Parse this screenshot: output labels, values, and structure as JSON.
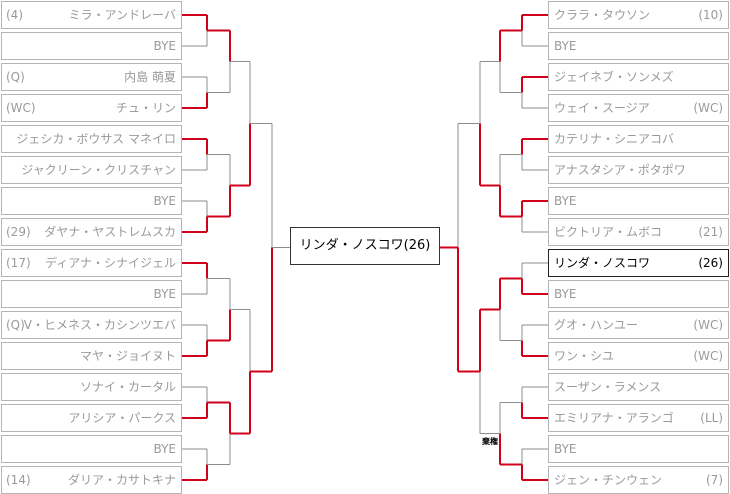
{
  "left_draw": [
    {
      "seed": "(4)",
      "name": "ミラ・アンドレーバ"
    },
    {
      "seed": "",
      "name": "BYE"
    },
    {
      "seed": "(Q)",
      "name": "内島 萌夏"
    },
    {
      "seed": "(WC)",
      "name": "チュ・リン"
    },
    {
      "seed": "",
      "name": "ジェシカ・ボウサス マネイロ"
    },
    {
      "seed": "",
      "name": "ジャクリーン・クリスチャン"
    },
    {
      "seed": "",
      "name": "BYE"
    },
    {
      "seed": "(29)",
      "name": "ダヤナ・ヤストレムスカ"
    },
    {
      "seed": "(17)",
      "name": "ディアナ・シナイジェル"
    },
    {
      "seed": "",
      "name": "BYE"
    },
    {
      "seed": "(Q)",
      "name": "V・ヒメネス・カシンツエバ"
    },
    {
      "seed": "",
      "name": "マヤ・ジョイヌト"
    },
    {
      "seed": "",
      "name": "ソナイ・カータル"
    },
    {
      "seed": "",
      "name": "アリシア・パークス"
    },
    {
      "seed": "",
      "name": "BYE"
    },
    {
      "seed": "(14)",
      "name": "ダリア・カサトキナ"
    }
  ],
  "right_draw": [
    {
      "seed": "(10)",
      "name": "クララ・タウソン"
    },
    {
      "seed": "",
      "name": "BYE"
    },
    {
      "seed": "",
      "name": "ジェイネブ・ソンメズ"
    },
    {
      "seed": "(WC)",
      "name": "ウェイ・スージア"
    },
    {
      "seed": "",
      "name": "カテリナ・シニアコバ"
    },
    {
      "seed": "",
      "name": "アナスタシア・ポタポワ"
    },
    {
      "seed": "",
      "name": "BYE"
    },
    {
      "seed": "(21)",
      "name": "ビクトリア・ムボコ"
    },
    {
      "seed": "(26)",
      "name": "リンダ・ノスコワ"
    },
    {
      "seed": "",
      "name": "BYE"
    },
    {
      "seed": "(WC)",
      "name": "グオ・ハンユー"
    },
    {
      "seed": "(WC)",
      "name": "ワン・シユ"
    },
    {
      "seed": "",
      "name": "スーザン・ラメンス"
    },
    {
      "seed": "(LL)",
      "name": "エミリアナ・アランゴ"
    },
    {
      "seed": "",
      "name": "BYE"
    },
    {
      "seed": "(7)",
      "name": "ジェン・チンウェン"
    }
  ],
  "highlighted_right_entry": 8,
  "champion": "リンダ・ノスコワ(26)",
  "note_label": "棄権",
  "colors": {
    "winner_line": "#d0021b",
    "loser_line": "#8c8c8c",
    "entry_border": "#b5b5b5",
    "inactive_text": "#9a9a9a"
  }
}
